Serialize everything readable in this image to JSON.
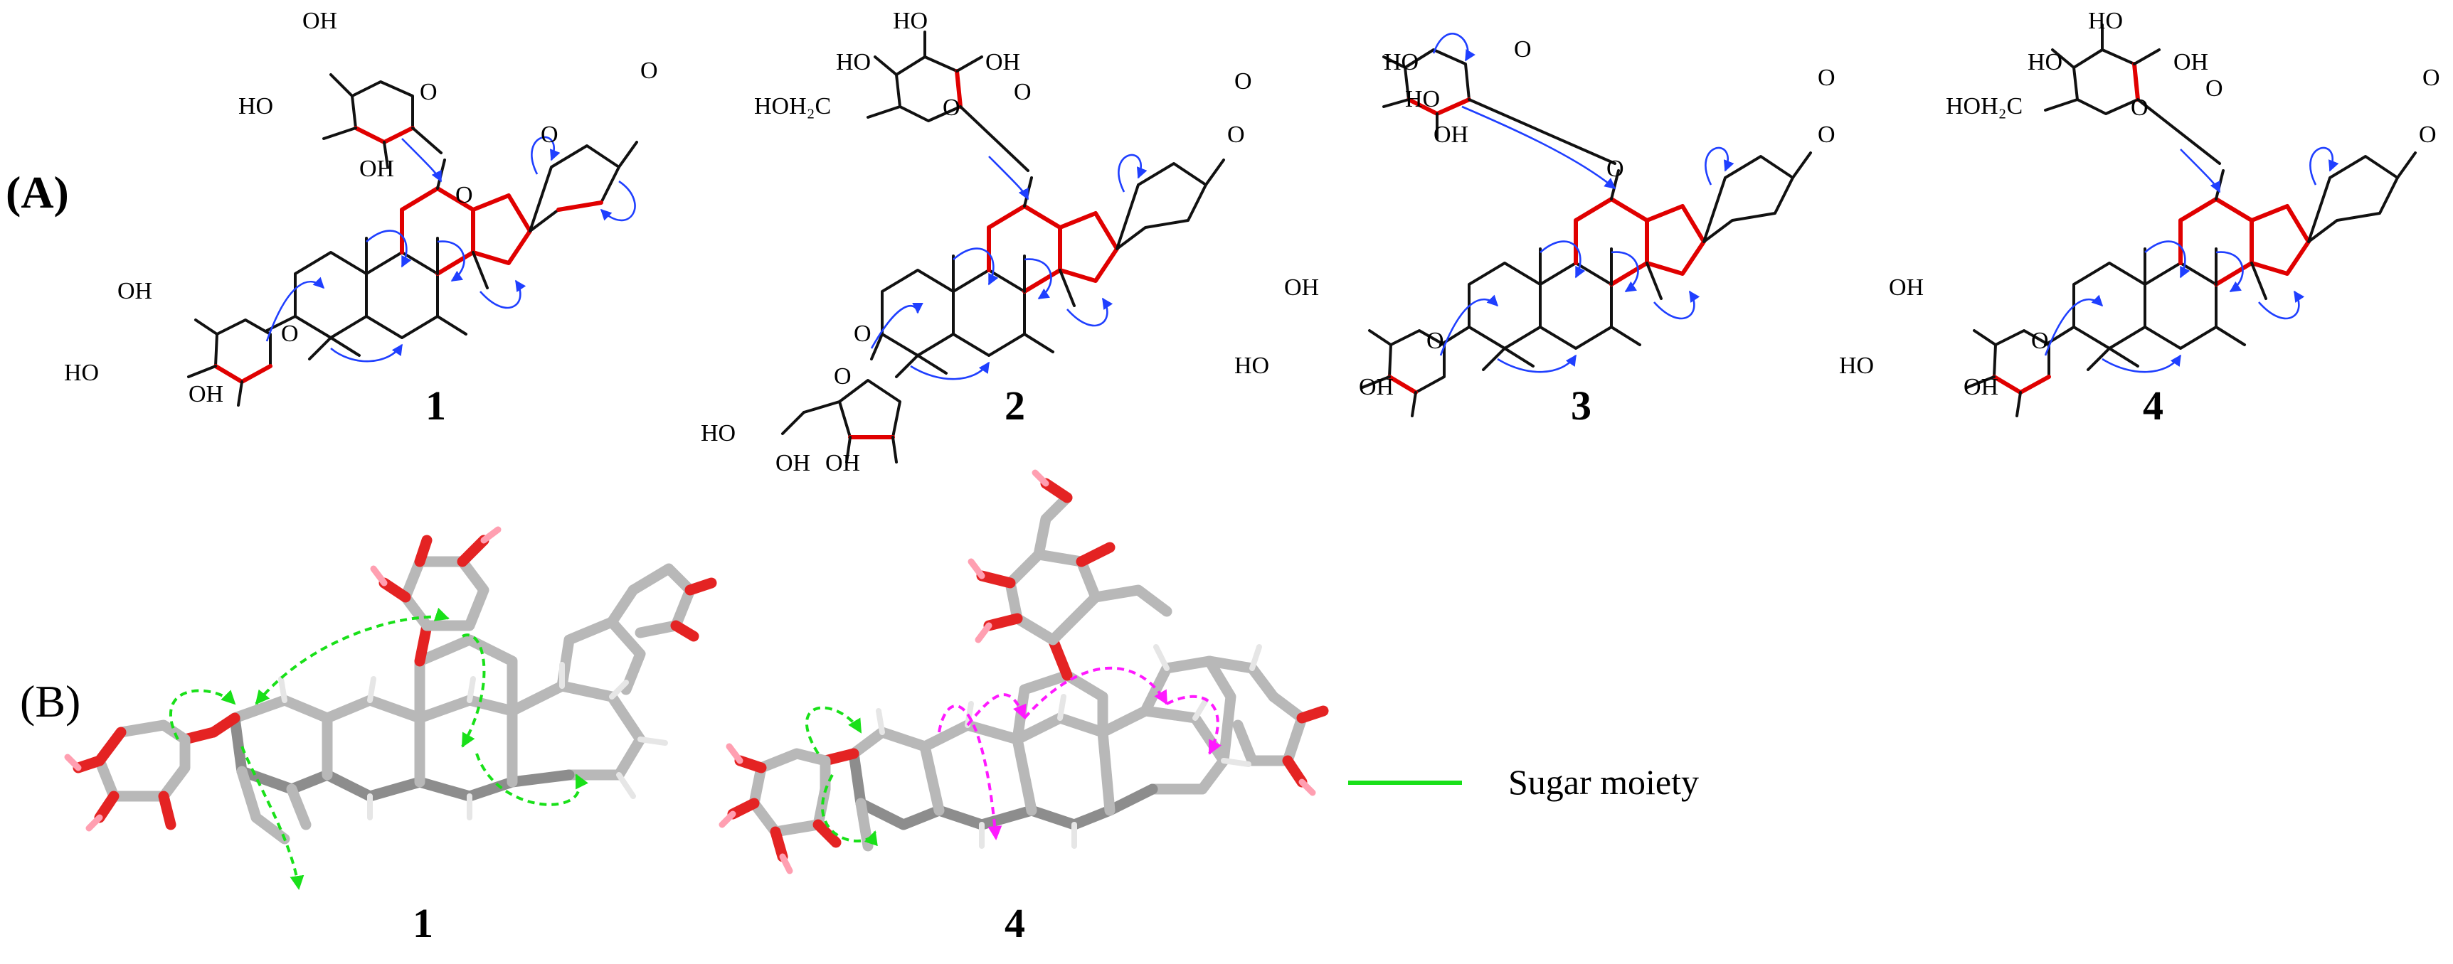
{
  "panels": {
    "a_label": "(A)",
    "b_label": "(B)"
  },
  "compounds": [
    {
      "id": "1"
    },
    {
      "id": "2"
    },
    {
      "id": "3"
    },
    {
      "id": "4"
    }
  ],
  "models": [
    {
      "id": "1"
    },
    {
      "id": "4"
    }
  ],
  "atoms": {
    "oh": "OH",
    "ho": "HO",
    "o": "O",
    "hoh2c": "HOH₂C"
  },
  "legend": {
    "label": "Sugar moiety",
    "color": "#19e019"
  },
  "colors": {
    "hmbc": "#1f3fff",
    "cosy_bond": "#e00000",
    "noe_green": "#19e019",
    "noe_magenta": "#ff19ff",
    "oxygen": "#e42323"
  }
}
